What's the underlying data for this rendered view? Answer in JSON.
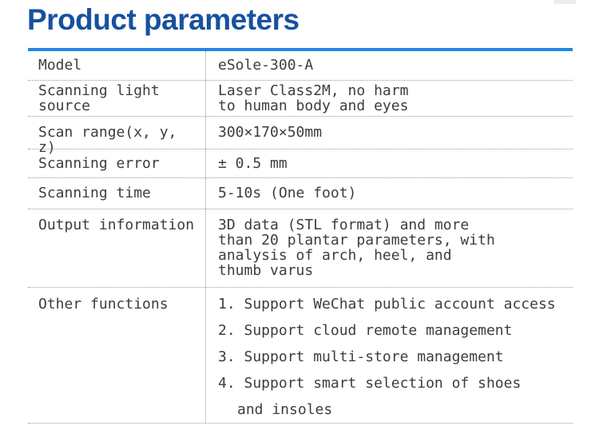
{
  "title": "Product parameters",
  "colors": {
    "title_blue": "#17519f",
    "table_top_border_blue": "#1e88e5",
    "body_text": "#3d3d3d",
    "divider_dotted": "#9b9b9b"
  },
  "table": {
    "rows": [
      {
        "label": "Model",
        "lines": [
          "eSole-300-A"
        ]
      },
      {
        "label": "Scanning light source",
        "lines": [
          "Laser Class2M, no harm",
          "to human body and eyes"
        ]
      },
      {
        "label": "Scan range(x, y, z)",
        "lines": [
          "300×170×50mm"
        ]
      },
      {
        "label": "Scanning error",
        "lines": [
          "± 0.5 mm"
        ]
      },
      {
        "label": "Scanning time",
        "lines": [
          "5-10s (One foot)"
        ]
      },
      {
        "label": "Output information",
        "lines": [
          "3D data (STL format) and more",
          "than 20 plantar parameters, with",
          "analysis of arch, heel, and",
          "thumb varus"
        ]
      },
      {
        "label": "Other functions",
        "items": [
          [
            "1. Support WeChat public account access"
          ],
          [
            "2. Support cloud remote management"
          ],
          [
            "3. Support multi-store management"
          ],
          [
            "4. Support smart selection of shoes",
            "and insoles"
          ]
        ]
      }
    ]
  }
}
